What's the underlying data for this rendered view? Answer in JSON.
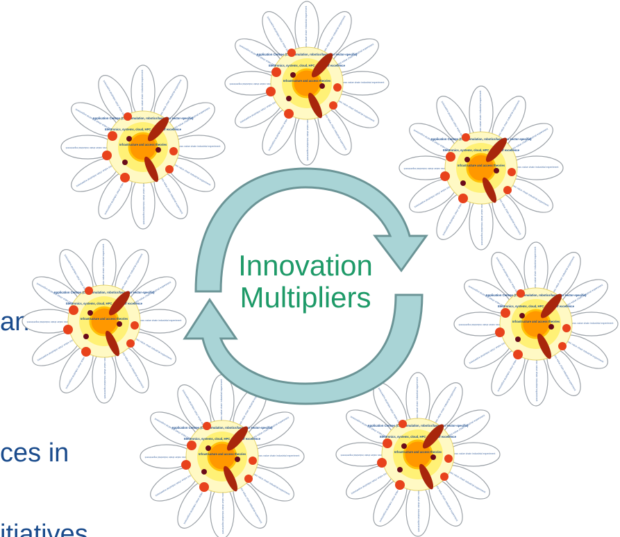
{
  "theme": {
    "text_blue": "#1a4b8c",
    "center_green": "#1e9a68",
    "arrow_fill": "#a9d4d6",
    "arrow_stroke": "#6b9496",
    "petal_fill": "#ffffff",
    "petal_stroke": "#9aa0a6",
    "ring_outer": "#fff9c4",
    "ring_mid": "#fff176",
    "ring_inner": "#ffc107",
    "core": "#ff9800",
    "dot_red": "#e8421c",
    "dot_maroon": "#6a0b1a",
    "ellipse": "#a8260c"
  },
  "background_text": {
    "fragment_1": "an",
    "fragment_2": "ces in",
    "fragment_3": "itiatives"
  },
  "center": {
    "line1": "Innovation",
    "line2": "Multipliers"
  },
  "flower_labels": {
    "petal": "Cross value chain industrial experiment",
    "ring_outer": "Application Centres (CPS, simulation, robotics/lasers, or sector-specific)",
    "ring_middle": "Electronics, systems, cloud, HPC centres of excellence",
    "core": "Infrastructure and access theories"
  },
  "icons": {
    "cycle": "cycle-arrows-icon",
    "flower": "flower-icon"
  }
}
